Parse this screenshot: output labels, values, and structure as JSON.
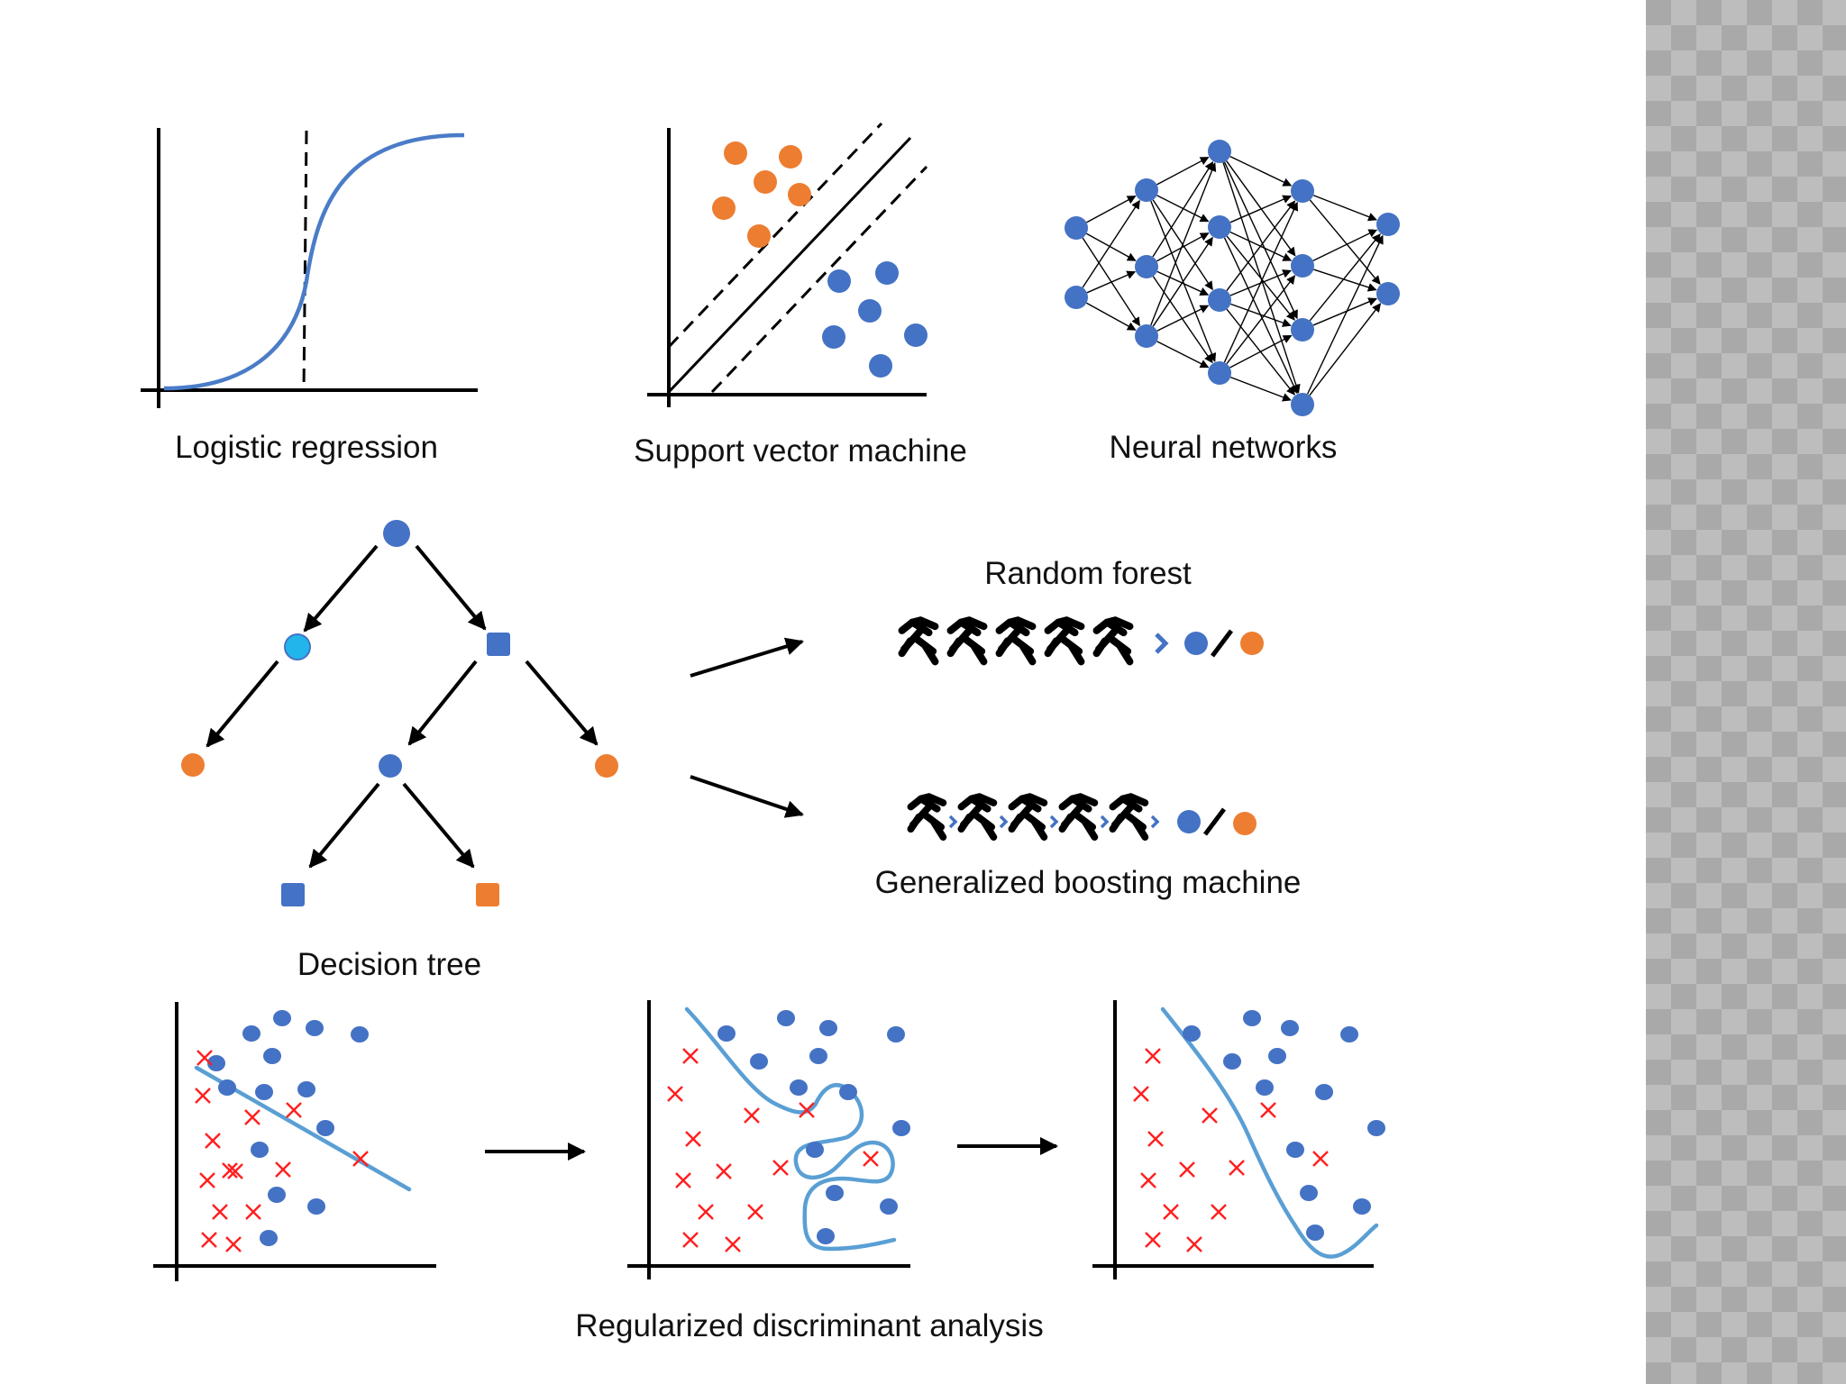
{
  "labels": {
    "logistic_regression": "Logistic regression",
    "support_vector_machine": "Support vector machine",
    "neural_networks": "Neural networks",
    "random_forest": "Random forest",
    "generalized_boosting_machine": "Generalized boosting machine",
    "decision_tree": "Decision tree",
    "regularized_discriminant_analysis": "Regularized discriminant analysis"
  },
  "colors": {
    "class_blue": "#4472c4",
    "class_orange": "#ed7d31",
    "leaf_cyan": "#22b5ec",
    "curve_blue": "#4a7cc7",
    "boundary_blue": "#5a9fd4",
    "x_mark_red": "#ff2020",
    "panel_gray": "#a9a9a9"
  },
  "icons": {
    "tree": "tree-glyph-icon",
    "chevron": "chevron-right-icon",
    "blue_class": "blue-circle-icon",
    "orange_class": "orange-circle-icon"
  },
  "neural_network": {
    "layers": [
      2,
      3,
      4,
      4,
      2
    ]
  },
  "random_forest": {
    "tree_count": 5
  },
  "boosting": {
    "tree_count": 5
  }
}
